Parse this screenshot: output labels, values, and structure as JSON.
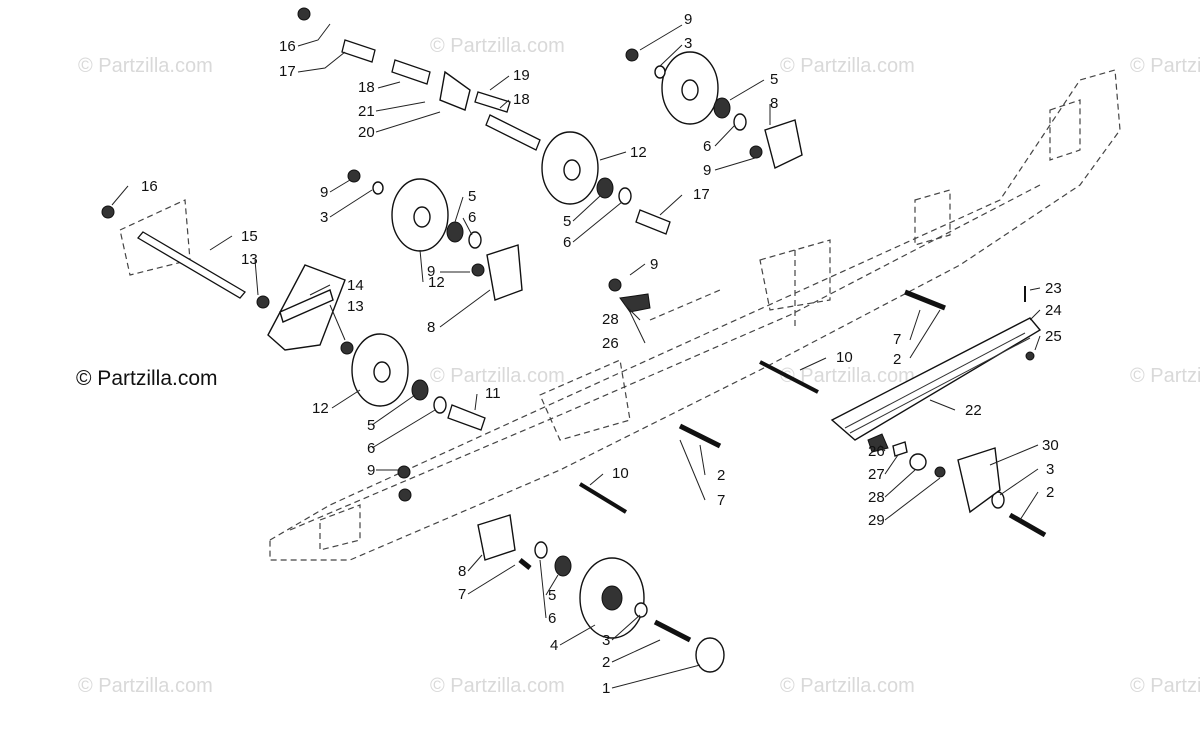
{
  "watermark_text": "© Partzilla.com",
  "main_watermark_text": "© Partzilla.com",
  "callouts": [
    "16",
    "17",
    "18",
    "21",
    "20",
    "19",
    "18",
    "9",
    "3",
    "12",
    "5",
    "8",
    "6",
    "9",
    "16",
    "15",
    "13",
    "14",
    "13",
    "9",
    "3",
    "12",
    "5",
    "6",
    "9",
    "8",
    "12",
    "5",
    "6",
    "17",
    "9",
    "28",
    "26",
    "10",
    "12",
    "5",
    "6",
    "11",
    "9",
    "10",
    "2",
    "7",
    "23",
    "24",
    "25",
    "7",
    "2",
    "22",
    "30",
    "3",
    "2",
    "26",
    "27",
    "28",
    "29",
    "8",
    "7",
    "5",
    "6",
    "4",
    "3",
    "2",
    "1"
  ]
}
